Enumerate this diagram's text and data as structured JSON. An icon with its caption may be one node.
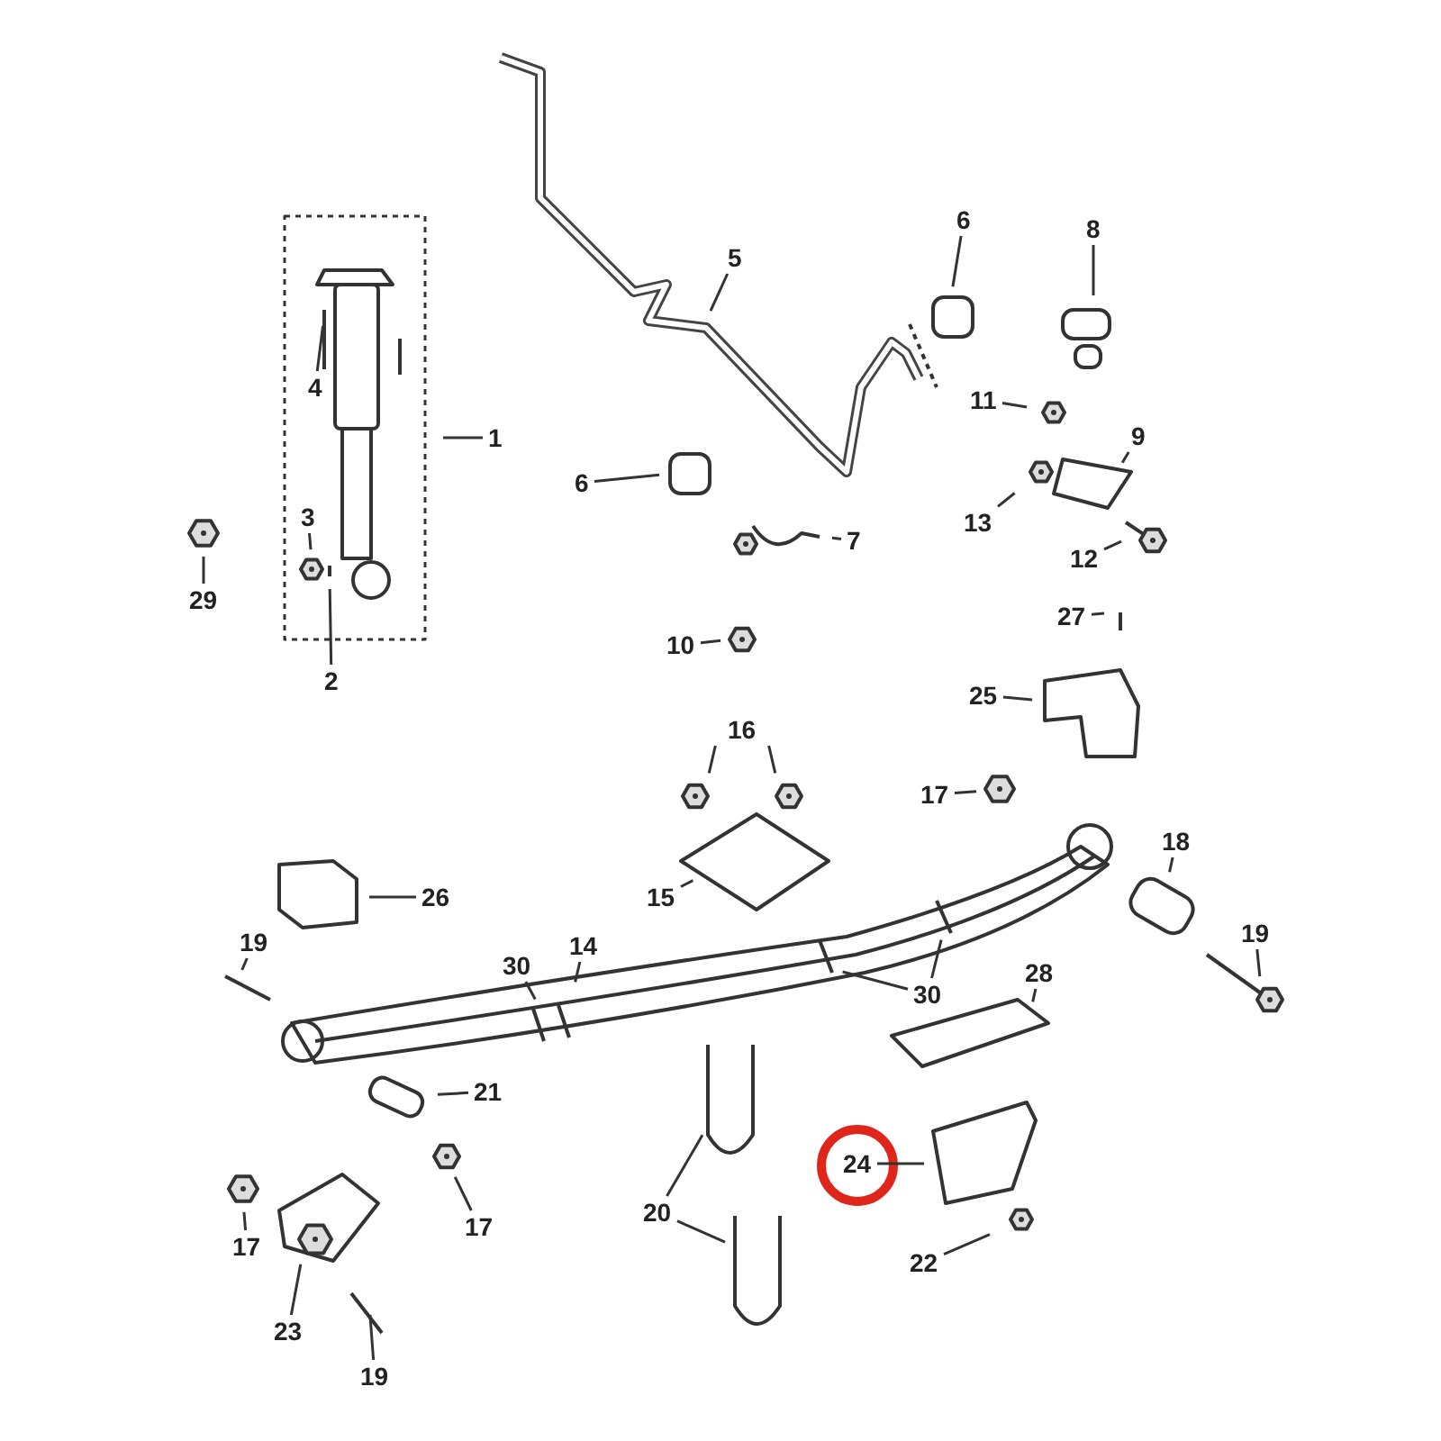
{
  "diagram": {
    "nodes": [
      {
        "text": [
          "6"
        ]
      },
      {
        "text": [
          "8"
        ]
      },
      {
        "text": [
          "5"
        ]
      },
      {
        "text": [
          "1"
        ]
      },
      {
        "text": [
          "4"
        ]
      },
      {
        "text": [
          "11"
        ]
      },
      {
        "text": [
          "9"
        ]
      },
      {
        "text": [
          "6"
        ]
      },
      {
        "text": [
          "13"
        ]
      },
      {
        "text": [
          "7"
        ]
      },
      {
        "text": [
          "3"
        ]
      },
      {
        "text": [
          "29"
        ]
      },
      {
        "text": [
          "12"
        ]
      },
      {
        "text": [
          "27"
        ]
      },
      {
        "text": [
          "10"
        ]
      },
      {
        "text": [
          "2"
        ]
      },
      {
        "text": [
          "25"
        ]
      },
      {
        "text": [
          "16"
        ]
      },
      {
        "text": [
          "17"
        ]
      },
      {
        "text": [
          "18"
        ]
      },
      {
        "text": [
          "26"
        ]
      },
      {
        "text": [
          "15"
        ]
      },
      {
        "text": [
          "19"
        ]
      },
      {
        "text": [
          "19"
        ]
      },
      {
        "text": [
          "30"
        ]
      },
      {
        "text": [
          "14"
        ]
      },
      {
        "text": [
          "30"
        ]
      },
      {
        "text": [
          "28"
        ]
      },
      {
        "text": [
          "21"
        ]
      },
      {
        "text": [
          "24"
        ]
      },
      {
        "text": [
          "20"
        ]
      },
      {
        "text": [
          "17"
        ]
      },
      {
        "text": [
          "17"
        ]
      },
      {
        "text": [
          "22"
        ]
      },
      {
        "text": [
          "23"
        ]
      },
      {
        "text": [
          "19"
        ]
      }
    ],
    "edges": [
      {
        "from": 0,
        "to": null,
        "arrow": "none"
      },
      {
        "from": 1,
        "to": null,
        "arrow": "none"
      },
      {
        "from": 2,
        "to": null,
        "arrow": "none"
      },
      {
        "from": 3,
        "to": null,
        "arrow": "none"
      },
      {
        "from": 4,
        "to": null,
        "arrow": "none"
      },
      {
        "from": 5,
        "to": null,
        "arrow": "none"
      },
      {
        "from": 6,
        "to": null,
        "arrow": "none"
      },
      {
        "from": 7,
        "to": null,
        "arrow": "none"
      },
      {
        "from": 8,
        "to": null,
        "arrow": "none"
      },
      {
        "from": 9,
        "to": null,
        "arrow": "none"
      },
      {
        "from": 10,
        "to": null,
        "arrow": "none"
      },
      {
        "from": 11,
        "to": null,
        "arrow": "none"
      },
      {
        "from": 12,
        "to": null,
        "arrow": "none"
      },
      {
        "from": 13,
        "to": null,
        "arrow": "none"
      },
      {
        "from": 14,
        "to": null,
        "arrow": "none"
      },
      {
        "from": 15,
        "to": null,
        "arrow": "none"
      },
      {
        "from": 16,
        "to": null,
        "arrow": "none"
      },
      {
        "from": 17,
        "to": null,
        "arrow": "none"
      },
      {
        "from": 17,
        "to": null,
        "arrow": "none"
      },
      {
        "from": 18,
        "to": null,
        "arrow": "none"
      },
      {
        "from": 19,
        "to": null,
        "arrow": "none"
      },
      {
        "from": 20,
        "to": null,
        "arrow": "none"
      },
      {
        "from": 21,
        "to": null,
        "arrow": "none"
      },
      {
        "from": 22,
        "to": null,
        "arrow": "none"
      },
      {
        "from": 23,
        "to": null,
        "arrow": "none"
      },
      {
        "from": 24,
        "to": null,
        "arrow": "none"
      },
      {
        "from": 25,
        "to": null,
        "arrow": "none"
      },
      {
        "from": 26,
        "to": null,
        "arrow": "none"
      },
      {
        "from": 26,
        "to": null,
        "arrow": "none"
      },
      {
        "from": 27,
        "to": null,
        "arrow": "none"
      },
      {
        "from": 28,
        "to": null,
        "arrow": "none"
      },
      {
        "from": 29,
        "to": null,
        "arrow": "none"
      },
      {
        "from": 30,
        "to": null,
        "arrow": "none"
      },
      {
        "from": 30,
        "to": null,
        "arrow": "none"
      },
      {
        "from": 31,
        "to": null,
        "arrow": "none"
      },
      {
        "from": 32,
        "to": null,
        "arrow": "none"
      },
      {
        "from": 33,
        "to": null,
        "arrow": "none"
      },
      {
        "from": 34,
        "to": null,
        "arrow": "none"
      },
      {
        "from": 35,
        "to": null,
        "arrow": "none"
      }
    ]
  }
}
